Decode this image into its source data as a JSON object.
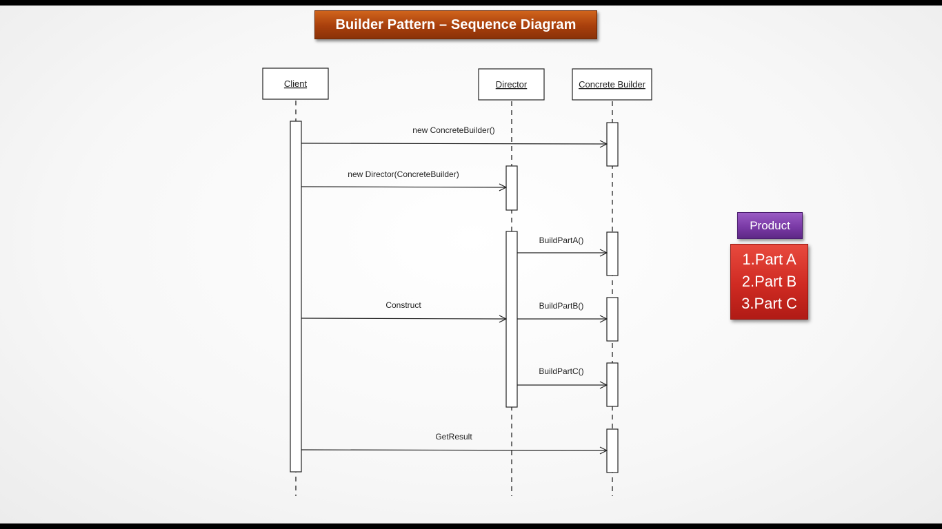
{
  "title": "Builder Pattern – Sequence Diagram",
  "lifelines": [
    {
      "id": "client",
      "label": "Client"
    },
    {
      "id": "director",
      "label": "Director"
    },
    {
      "id": "builder",
      "label": "Concrete Builder"
    }
  ],
  "messages": [
    {
      "label": "new ConcreteBuilder()",
      "from": "client",
      "to": "builder"
    },
    {
      "label": "new Director(ConcreteBuilder)",
      "from": "client",
      "to": "director"
    },
    {
      "label": "BuildPartA()",
      "from": "director",
      "to": "builder"
    },
    {
      "label": "Construct",
      "from": "client",
      "to": "director"
    },
    {
      "label": "BuildPartB()",
      "from": "director",
      "to": "builder"
    },
    {
      "label": "BuildPartC()",
      "from": "director",
      "to": "builder"
    },
    {
      "label": "GetResult",
      "from": "client",
      "to": "builder"
    }
  ],
  "product": {
    "label": "Product",
    "parts": [
      "1.Part A",
      "2.Part B",
      "3.Part C"
    ]
  },
  "colors": {
    "title_bg": "#a83f0c",
    "product_label_bg": "#7a3aa6",
    "product_parts_bg": "#cf2a22"
  }
}
